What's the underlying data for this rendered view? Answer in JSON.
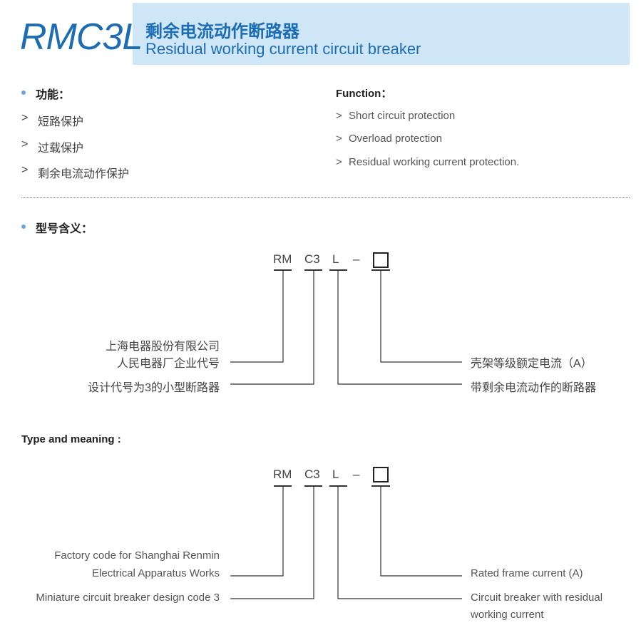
{
  "header": {
    "model_code": "RMC3L",
    "title_cn": "剩余电流动作断路器",
    "title_en": "Residual working current circuit breaker"
  },
  "function_cn": {
    "heading": "功能：",
    "items": [
      "短路保护",
      "过载保护",
      "剩余电流动作保护"
    ]
  },
  "function_en": {
    "heading": "Function：",
    "items": [
      "Short circuit protection",
      "Overload protection",
      "Residual working current protection."
    ]
  },
  "item_marker": ">",
  "type_cn": {
    "heading": "型号含义：",
    "codes": [
      "RM",
      "C3",
      "L",
      "–"
    ],
    "left_desc_1_line1": "上海电器股份有限公司",
    "left_desc_1_line2": "人民电器厂企业代号",
    "left_desc_2": "设计代号为3的小型断路器",
    "right_desc_1": "壳架等级额定电流（A）",
    "right_desc_2": "带剩余电流动作的断路器"
  },
  "type_en": {
    "heading": "Type and meaning :",
    "codes": [
      "RM",
      "C3",
      "L",
      "–"
    ],
    "left_desc_1_line1": "Factory code for Shanghai Renmin",
    "left_desc_1_line2": "Electrical Apparatus Works",
    "left_desc_2": "Miniature circuit breaker design code 3",
    "right_desc_1": "Rated frame current (A)",
    "right_desc_2_line1": "Circuit breaker with residual",
    "right_desc_2_line2": "working current"
  }
}
